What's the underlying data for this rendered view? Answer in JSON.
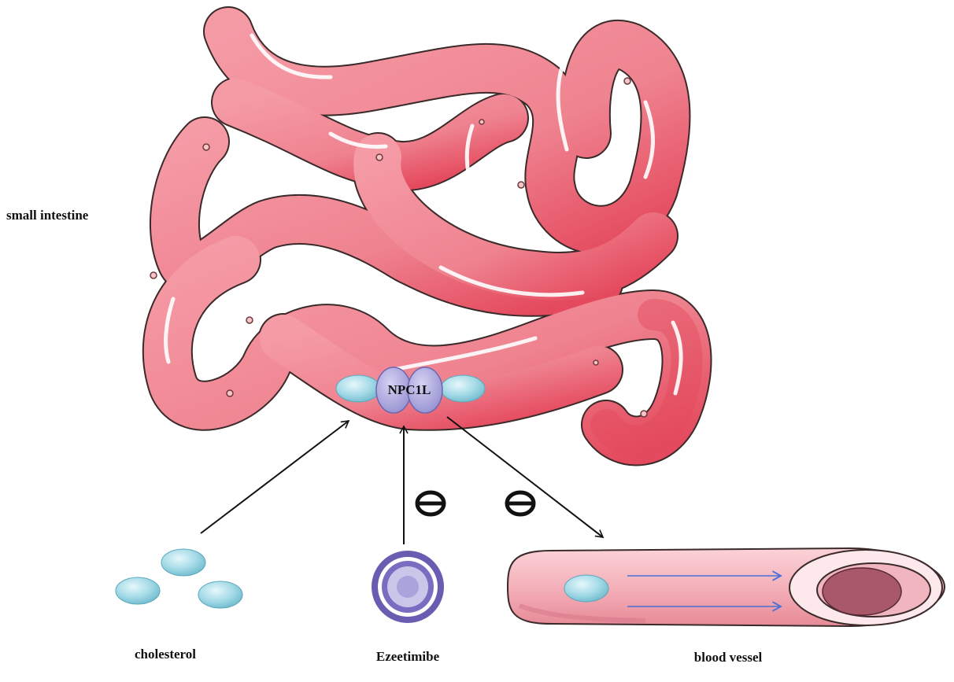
{
  "labels": {
    "small_intestine": "small intestine",
    "npc1l": "NPC1L",
    "cholesterol": "cholesterol",
    "ezetimibe": "Ezeetimibe",
    "blood_vessel": "blood vessel"
  },
  "colors": {
    "intestine_fill": "#ef8390",
    "intestine_dark": "#e24a5c",
    "intestine_stroke": "#3a2a2a",
    "cholesterol_fill": "#9fd8e6",
    "npc1l_fill": "#a9a6dd",
    "ezetimibe_fill": "#6a5cb0",
    "vessel_fill": "#f4b6be",
    "vessel_lumen": "#a85868",
    "flow_arrow": "#4a6fd6"
  }
}
